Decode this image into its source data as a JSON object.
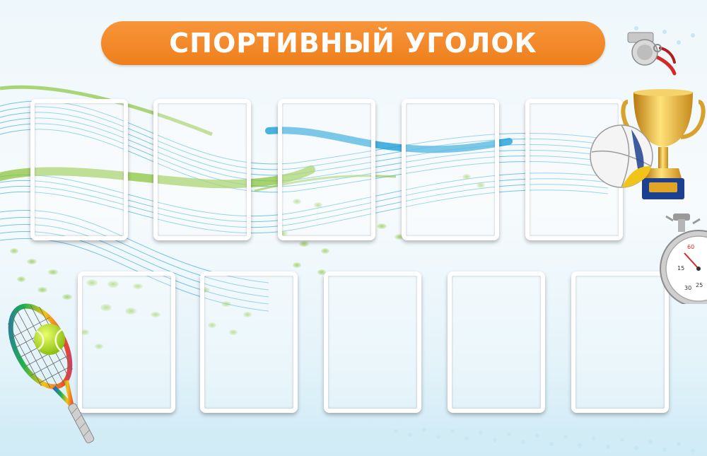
{
  "stand": {
    "title": "СПОРТИВНЫЙ УГОЛОК",
    "pockets": {
      "top_row": 5,
      "bottom_row": 5
    },
    "decorations": [
      "whistle-icon",
      "trophy-icon",
      "volleyball-icon",
      "stopwatch-icon",
      "tennis-racket-icon",
      "tennis-ball-icon"
    ]
  },
  "stopwatch": {
    "dial_60": "60",
    "dial_15": "15",
    "dial_30": "30",
    "dial_25": "25"
  },
  "colors": {
    "banner": "#f0821f",
    "wave_blue": "#1ea0d8",
    "wave_green": "#8cc63e",
    "trophy_gold": "#e0a526",
    "trophy_base": "#1d3f8f"
  }
}
